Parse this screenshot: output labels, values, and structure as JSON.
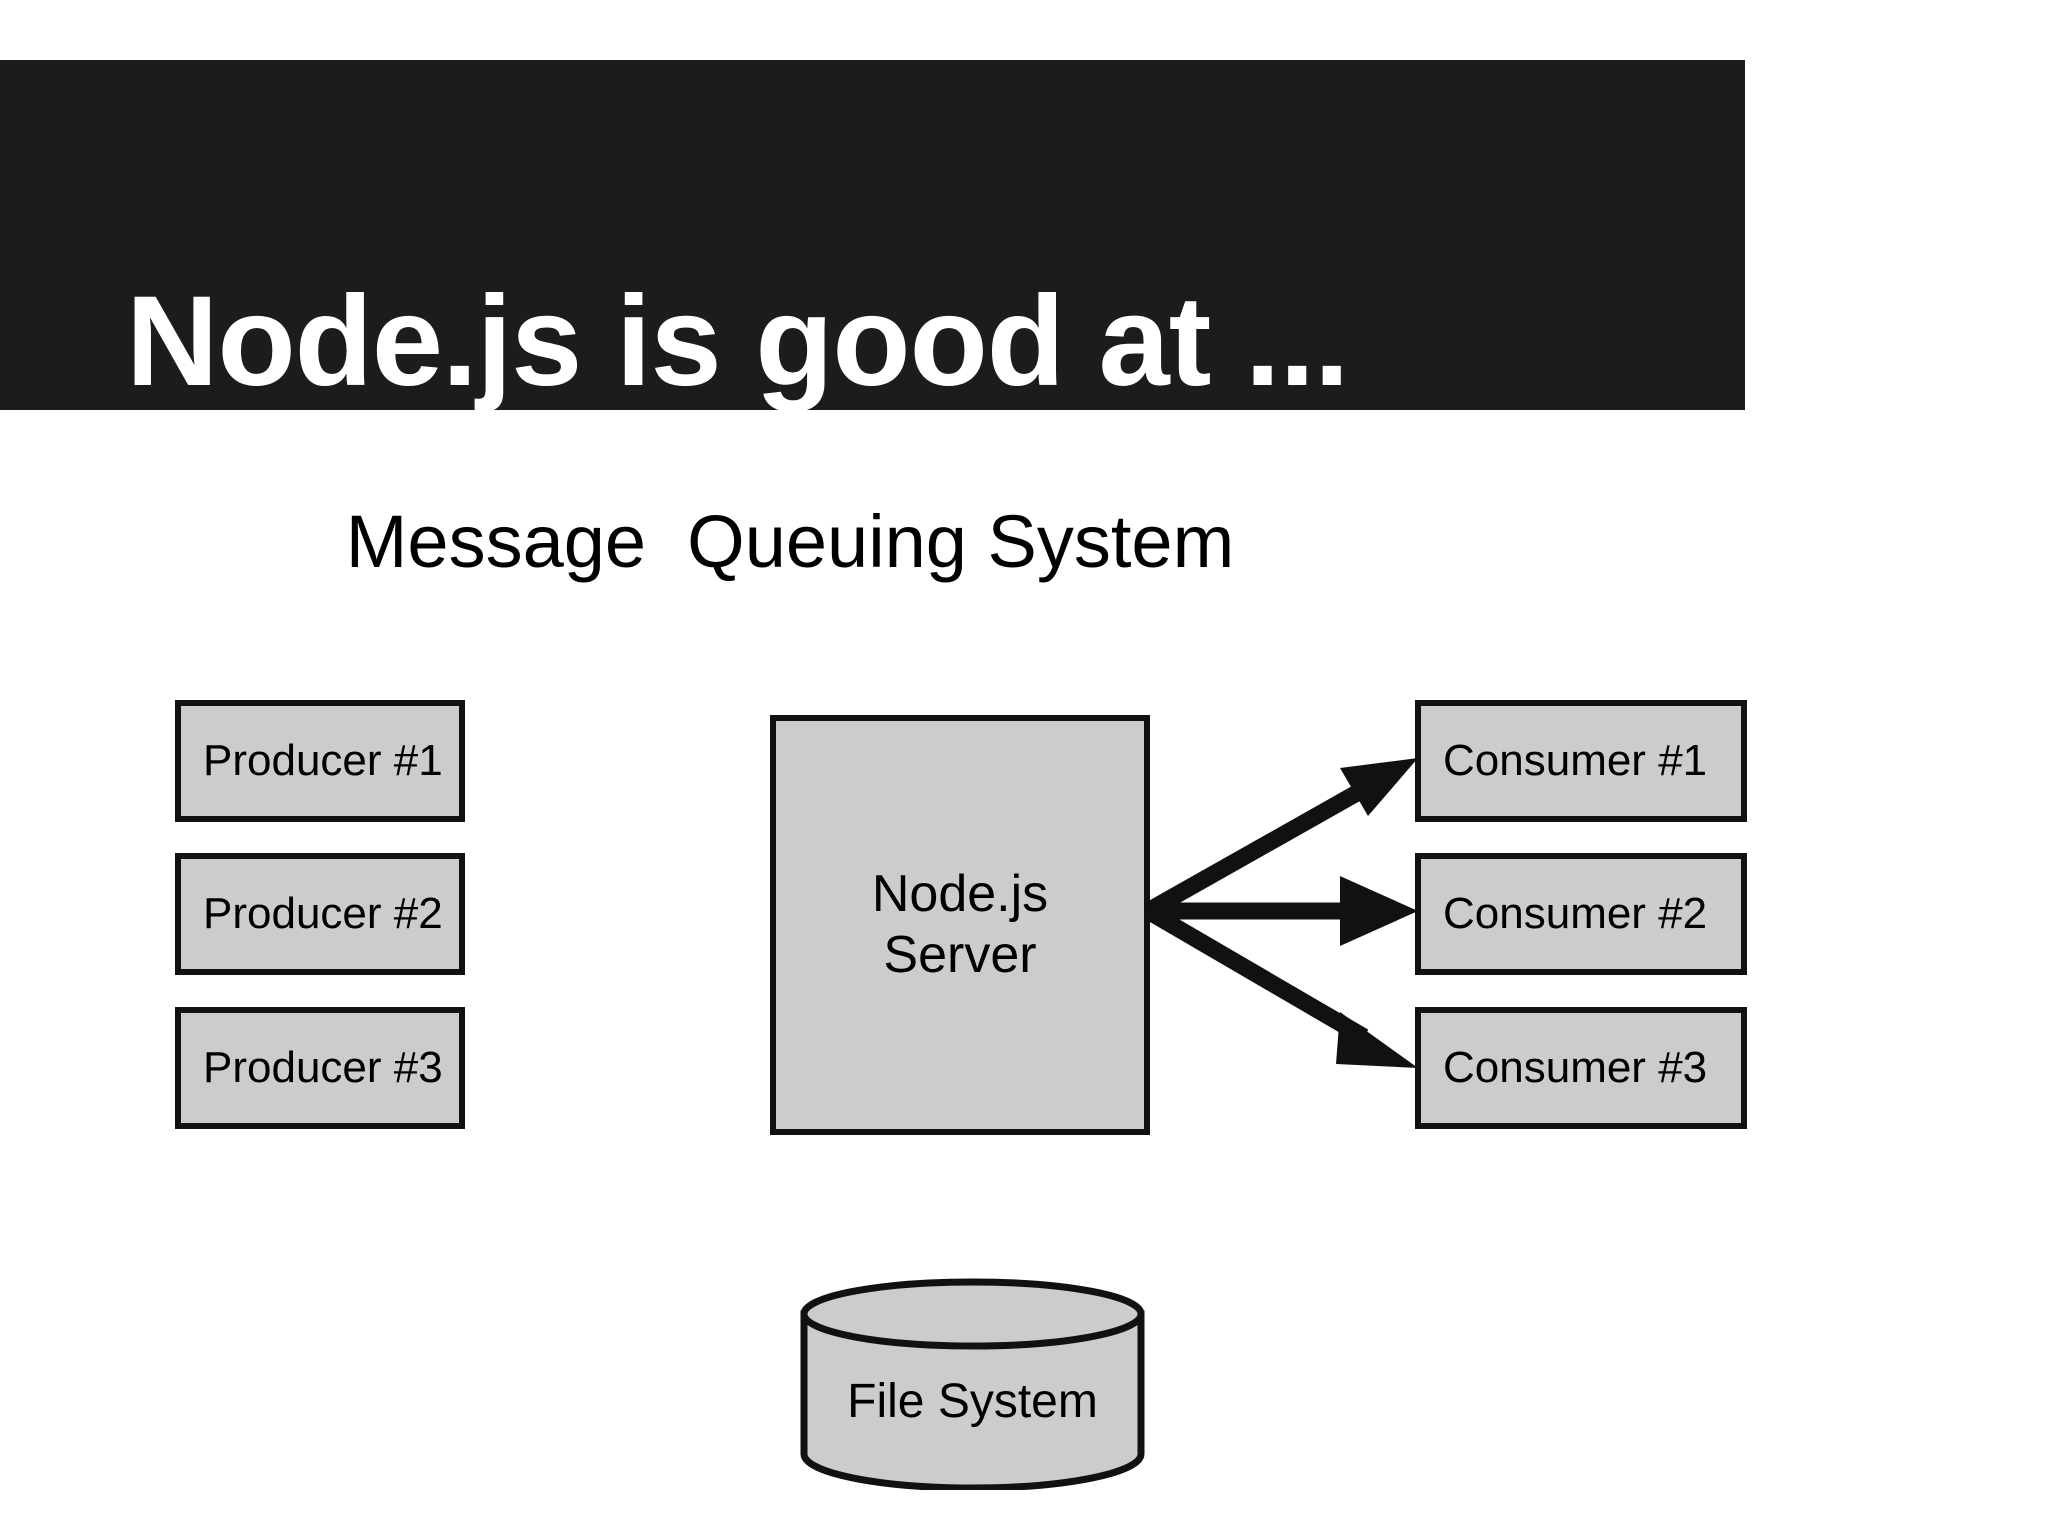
{
  "slide": {
    "title": "Node.js is good at ...",
    "subtitle": "Message  Queuing System",
    "background_color": "#ffffff",
    "title_bar_color": "#1c1c1c",
    "title_text_color": "#ffffff",
    "node_fill_color": "#cccccc",
    "node_border_color": "#111111"
  },
  "diagram": {
    "producers": [
      {
        "label": "Producer #1"
      },
      {
        "label": "Producer #2"
      },
      {
        "label": "Producer #3"
      }
    ],
    "server": {
      "line1": "Node.js",
      "line2": "Server"
    },
    "consumers": [
      {
        "label": "Consumer #1"
      },
      {
        "label": "Consumer #2"
      },
      {
        "label": "Consumer #3"
      }
    ],
    "storage": {
      "label": "File System"
    },
    "arrows": [
      {
        "from": "server",
        "to": "Consumer #1"
      },
      {
        "from": "server",
        "to": "Consumer #2"
      },
      {
        "from": "server",
        "to": "Consumer #3"
      }
    ]
  }
}
